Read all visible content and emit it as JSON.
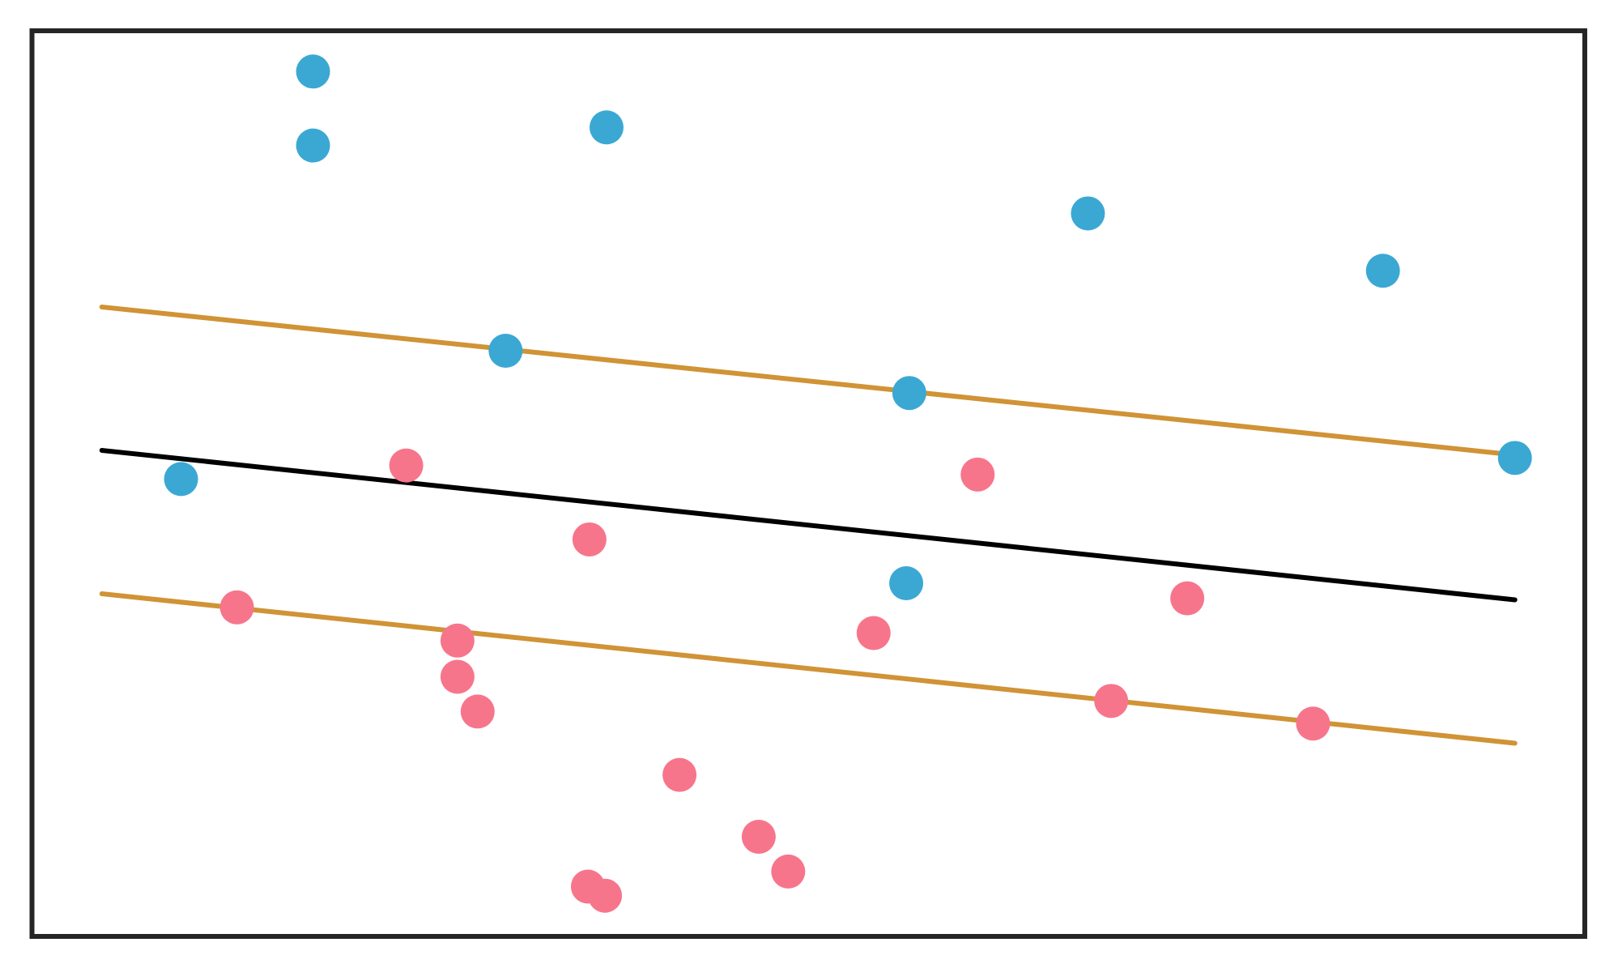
{
  "chart_data": {
    "type": "scatter",
    "title": "",
    "xlabel": "",
    "ylabel": "",
    "xlim": [
      0,
      10
    ],
    "ylim": [
      0,
      6
    ],
    "grid": false,
    "ticks_shown": false,
    "legend": "none",
    "colors": {
      "class_a": "#3ba8d4",
      "class_b": "#f7758b",
      "decision_boundary": "#000000",
      "margins": "#d09335",
      "frame": "#262626"
    },
    "series": [
      {
        "color_key": "class_a",
        "points": [
          [
            1.81,
            5.73
          ],
          [
            1.81,
            5.24
          ],
          [
            3.7,
            5.36
          ],
          [
            6.8,
            4.79
          ],
          [
            8.7,
            4.41
          ],
          [
            3.05,
            3.88
          ],
          [
            5.65,
            3.6
          ],
          [
            9.55,
            3.17
          ],
          [
            0.96,
            3.03
          ],
          [
            5.63,
            2.34
          ]
        ]
      },
      {
        "color_key": "class_b",
        "points": [
          [
            2.41,
            3.12
          ],
          [
            6.09,
            3.06
          ],
          [
            3.59,
            2.63
          ],
          [
            7.44,
            2.24
          ],
          [
            1.32,
            2.18
          ],
          [
            5.42,
            2.01
          ],
          [
            2.74,
            1.96
          ],
          [
            2.74,
            1.72
          ],
          [
            2.87,
            1.49
          ],
          [
            6.95,
            1.56
          ],
          [
            8.25,
            1.41
          ],
          [
            4.17,
            1.07
          ],
          [
            4.68,
            0.66
          ],
          [
            4.87,
            0.43
          ],
          [
            3.58,
            0.33
          ],
          [
            3.69,
            0.27
          ]
        ]
      }
    ],
    "lines": [
      {
        "role": "decision_boundary",
        "color_key": "decision_boundary",
        "x": [
          0.45,
          9.55
        ],
        "y": [
          3.22,
          2.23
        ]
      },
      {
        "role": "upper_margin",
        "color_key": "margins",
        "x": [
          0.45,
          9.55
        ],
        "y": [
          4.17,
          3.19
        ]
      },
      {
        "role": "lower_margin",
        "color_key": "margins",
        "x": [
          0.45,
          9.55
        ],
        "y": [
          2.27,
          1.28
        ]
      }
    ]
  }
}
